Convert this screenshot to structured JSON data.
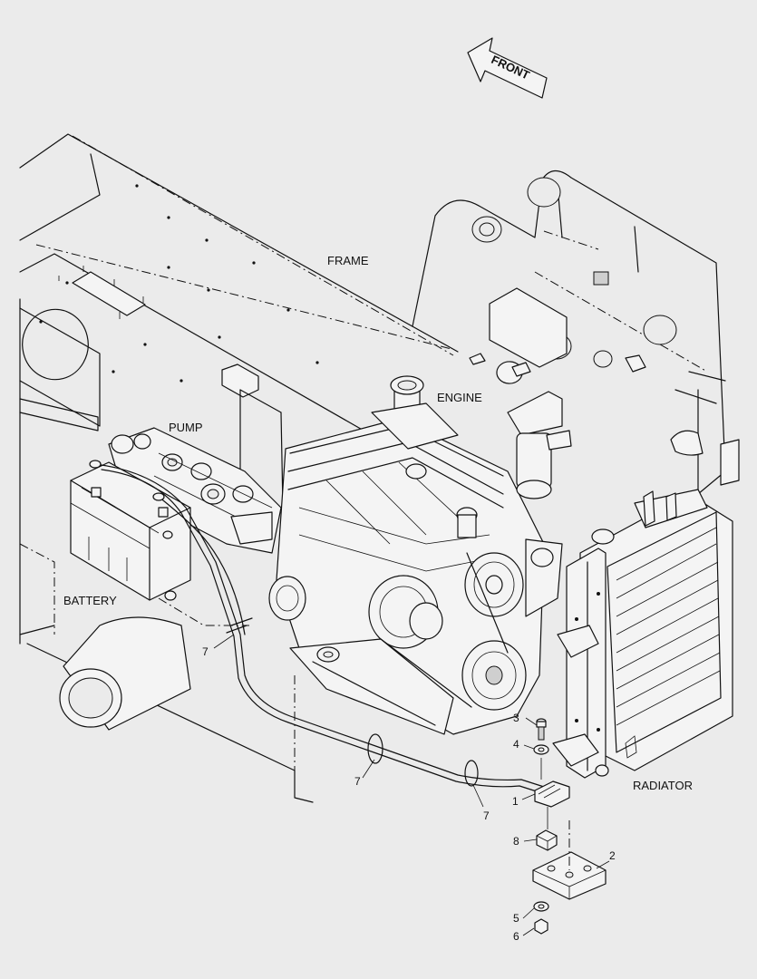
{
  "labels": {
    "front": "FRONT",
    "frame": "FRAME",
    "engine": "ENGINE",
    "pump": "PUMP",
    "battery": "BATTERY",
    "radiator": "RADIATOR"
  },
  "callouts": [
    "7",
    "7",
    "7",
    "3",
    "4",
    "1",
    "8",
    "2",
    "5",
    "6"
  ],
  "icons": {
    "front_arrow": "arrow-upper-left-icon"
  }
}
